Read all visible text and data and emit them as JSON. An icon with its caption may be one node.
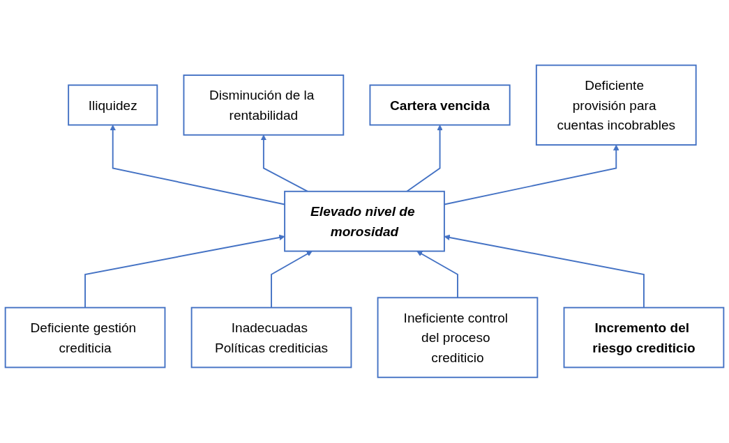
{
  "diagram": {
    "nodes": [
      {
        "text": [
          "Iliquidez"
        ]
      },
      {
        "text": [
          "Disminución de la rentabilidad"
        ]
      },
      {
        "text": [
          "Cartera vencida"
        ]
      },
      {
        "text": [
          "Deficiente provisión para cuentas incobrables"
        ]
      },
      {
        "text": [
          "Elevado nivel de morosidad"
        ]
      },
      {
        "text": [
          "Deficiente gestión crediticia"
        ]
      },
      {
        "text": [
          "Inadecuadas Políticas crediticias"
        ]
      },
      {
        "text": [
          "Ineficiente control del proceso crediticio"
        ]
      },
      {
        "text": [
          "Incremento del riesgo crediticio"
        ]
      }
    ],
    "edges": [
      {
        "from": 4,
        "to": 0,
        "arrow": "to"
      },
      {
        "from": 4,
        "to": 1,
        "arrow": "to"
      },
      {
        "from": 4,
        "to": 2,
        "arrow": "to"
      },
      {
        "from": 4,
        "to": 3,
        "arrow": "to"
      },
      {
        "from": 5,
        "to": 4,
        "arrow": "to"
      },
      {
        "from": 6,
        "to": 4,
        "arrow": "to"
      },
      {
        "from": 7,
        "to": 4,
        "arrow": "to"
      },
      {
        "from": 8,
        "to": 4,
        "arrow": "to"
      }
    ]
  }
}
